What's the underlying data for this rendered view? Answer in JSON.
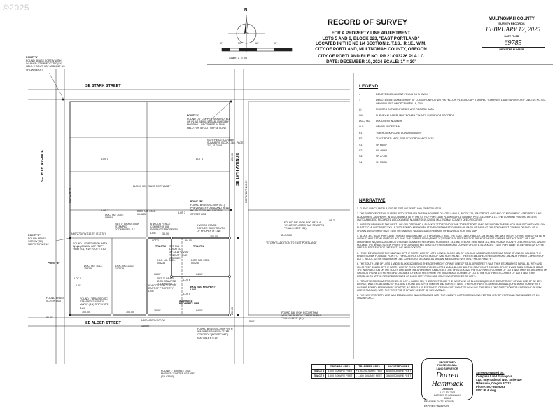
{
  "watermark": "©2025",
  "header": {
    "title": "RECORD OF SURVEY",
    "lines": [
      "FOR A PROPERTY LINE ADJUSTMENT",
      "LOTS 5 AND 6, BLOCK 323, \"EAST PORTLAND\"",
      "LOCATED IN THE NE 1/4 SECTION 2, T.1S., R.1E., W.M.",
      "CITY OF PORTLAND, MULTNOMAH COUNTY, OREGON"
    ],
    "file_line": "CITY OF PORTLAND FILE NO. PR 21-093226 PLA LC",
    "date_line": "DATE:  DECEMBER 19, 2024          SCALE: 1\" = 30'"
  },
  "county": {
    "name": "MULTNOMAH COUNTY",
    "sub": "SURVEY RECORDS",
    "date": "FEBRUARY 12, 2025",
    "date_label": "DATE FILED",
    "register": "69785",
    "register_label": "REGISTER NUMBER"
  },
  "scale": {
    "ticks": [
      "0'",
      "30'",
      "60'",
      "90'"
    ],
    "label": "Scale:  1\" = 30'",
    "north": "N"
  },
  "legend": {
    "title": "LEGEND",
    "items": [
      {
        "sym": "●",
        "text": "DENOTES MONUMENT FOUND AS SHOWN"
      },
      {
        "sym": "○",
        "text": "DENOTES 5/8\" DIAMETER BY 30\" LONG IRON ROD WITH A YELLOW PLASTIC CAP STAMPED \"COMPASS LAND SURVEYORS\" UNLESS NOTED. ORIGINAL SET ON DECEMBER 19, 2024"
      },
      {
        "sym": "( )",
        "text": "FIGURES IN PARENTHESES ARE RECORD DATA"
      },
      {
        "sym": "SN",
        "text": "SURVEY NUMBER, MULTNOMAH COUNTY SURVEYOR RECORDS"
      },
      {
        "sym": "DOC. NO.",
        "text": "DOCUMENT NUMBER"
      },
      {
        "sym": "O.U.",
        "text": "ORIGIN UNCERTAIN"
      },
      {
        "sym": "P1",
        "text": "\"SHERLOCK HOUSE CONDOMINIUMS\""
      },
      {
        "sym": "P2",
        "text": "\"EAST PORTLAND\", PER CITY ORDINANCE 9433"
      },
      {
        "sym": "S1",
        "text": "SN 66007"
      },
      {
        "sym": "S2",
        "text": "SN 49862"
      },
      {
        "sym": "S3",
        "text": "SN 27740"
      },
      {
        "sym": "S4",
        "text": "SN 53051"
      }
    ]
  },
  "narrative": {
    "title": "NARRATIVE",
    "items": [
      "1.  CLIENT:   NANCY MATELA  1383 SE 71ST AVE  PORTLAND, OREGON 97215",
      "2.  THE PURPOSE OF THIS SURVEY IS TO ESTABLISH THE BOUNDARIES OF LOTS 5 AND 6, BLOCK 323, \"EAST PORTLAND\" AND TO MONUMENT A PROPERTY LINE ADJUSTMENT AS SHOWN, IN ACCORDANCE WITH THE CITY OF PORTLAND PLANNING FILE NUMBER PR 21-093226 PLA LC. THE CURRENT VESTING DEED IS QUITCLAIM DEED RECORDED AS DOCUMENT NUMBER 2019-024031, MULTNOMAH COUNTY DEED RECORDS.",
      "3.  BASIS OF BEARINGS: THE WEST LINE OF LOTS 3 AND 4, BLOCK 3, \"STORY'S ADDITION TO EAST PORTLAND\", DEFINED BY THE 5/8 INCH IRON ROD WITH YELLOW PLASTIC CAP INSCRIBED \"TKA LS 2270\" FOUND, AS SHOWN, AT THE NORTHWEST CORNER OF SAID LOT 3 AND AT THE SOUTHWEST CORNER OF SAID LOT 4, SHOWN AS NORTH 00°46'23\" EAST ON SN 60907, WAS USED AS THE BASIS OF BEARINGS FOR THIS MAP.",
      "4.  BLOCK 323, \"EAST PORTLAND\", WAS ESTABLISHED BY CITY ORDINANCE 9433. THE EAST LINE OF BLOCK 323 (BEING THE WEST RIGHT OF WAY LINE OF SE 16TH AVENUE) WAS ESTABLISHED BY HOLDING THE COPPER BRAD (POINT \"A\") FOUND 5.00 FEET EAST OF THE NORTHEAST CORNER OF THAT TRACT OF LAND DESCRIBED IN QUITCLAIM DEED TO BONNIE SUMMERS RECORDED NOVEMBER 13, 1986, IN BOOK 1956, PAGE 712, MULTNOMAH COUNTY DEED RECORDS, AND BY HOLDING THE BRASS SCREW (POINT \"B\") FOUND 5.00 FEET EAST OF THE NORTHEAST CORNER OF LOT 6, BLOCK 323, \"EAST PORTLAND\" AS DEFINING AN OFFSET LINE 5.00 FEET EAST OF THE EAST LINE OF BLOCK 323.",
      "5.  I THEN ESTABLISHED THE BEARING OF THE NORTH LINE OF LOTS 3 AND 4, BLOCK 323, BY HOLDING SAID BRASS SCREW AT POINT \"B\" AND BY HOLDING THE BRASS SCREW FOUND AT POINT \"C\" FOR CONTROL OF DIRECTION OF SAID NORTH LINE. I THEN ESTABLISHED THE NORTHEAST AND NORTHWEST CORNERS OF LOT 4, BLOCK 323 ON SAID NORTH LINE, AT RECORD DISTANCE AS SHOWN, MEASURING WESTERLY FROM POINT \"B\".",
      "6.  THE SOUTH LINE OF LOTS 4 AND 5, BLOCK 323 (BEING THE NORTH RIGHT OF WAY LINE OF SE ALDER STREET) WAS THEN ESTABLISHED PARALLEL WITH AND 100.00 FEET SOUTH OF THE NORTH LINE OF THE AFOREMENTIONED LOTS 3 AND 4, BLOCK 323. THE SOUTHEAST CORNER OF LOT 5 WAS THEN ESTABLISHED AT THE INTERSECTION OF THE SOUTH LINE WITH THE AFOREMENTIONED EAST LINE OF BLOCK 323. THE SOUTHWEST CORNER OF LOT 5 WAS THEN ESTABLISHED ON SAID SOUTH LINE AT THE RECORD DISTANCE OF 100.00 FEET FROM THE SOUTHEAST CORNER OF LOT 5. THE SOUTHWEST CORNER OF LOT 4 WAS THEN ESTABLISHED AT THE RECORD DISTANCE OF 100.00 FEET FROM SAID SOUTHWEST CORNER OF LOT 5.",
      "7.  FROM THE SOUTHWEST CORNER OF LOT 6, BLOCK 323, THE DIRECTION OF THE WEST LINE OF BLOCK 323 (BEING THE EAST RIGHT OF WAY LINE OF SE 15TH AVENUE) WAS ESTABLISHED BY HOLDING A POINT 100.00 FEET NORTH AND 5.00 FEET WEST (THE NORTHWEST CORNER/ORIGINAL) OF A BRASS SCREW WITH WASHER FOUND, AS SHOWN AT POINT \"E\", AS BEING 5.00 FEET WEST OF SAID EAST RIGHT OF WAY LINE. THE RESULTING DIRECTION FOR SAID RIGHT OF WAY LINE IS PARALLEL WITH THE WEST RIGHT OF WAY LINE OF SE 16TH AVENUE.",
      "8.  THE NEW PROPERTY LINE WAS ESTABLISHED IN ACCORDANCE WITH THE CLIENT'S INSTRUCTIONS AND PER THE CITY OF PORTLAND FILE NUMBER PR 21-093226 PLA LC."
    ]
  },
  "streets": {
    "stark": "SE STARK STREET",
    "alder": "SE ALDER STREET",
    "ave15": "SE 15TH AVENUE",
    "ave16": "SE 16TH AVENUE"
  },
  "lots": {
    "lot1": "LOT 1",
    "lot2": "LOT 2",
    "lot3": "LOT 3",
    "lot4": "LOT 4",
    "lot5": "LOT 5",
    "lot6": "LOT 6",
    "lot7": "LOT 7",
    "lot8": "LOT 8",
    "block": "BLOCK 323, \"EAST PORTLAND\"",
    "block2": "BLOCK 2",
    "storys": "\"STORY'S ADDITION TO EAST PORTLAND\"",
    "tract1": "TRACT 1",
    "tract2": "TRACT 2",
    "existing": "EXISTING PROPERTY LINE",
    "adjusted": "ADJUSTED PROPERTY LINE"
  },
  "points": {
    "a": "POINT \"A\"",
    "a_note": "FOUND 1/4\" COPPER BRAD NOTED ON P1 AS BEING ESTABLISHED BY MARSHALL BROTHERS IN 1946, HELD FOR 5-FOOT OFFSET LINE",
    "b": "POINT \"B\"",
    "b_note": "FOUND BRASS SCREW (S.I.) PREVIOUSLY FOUND AND HELD BY SN 27740, HELD FOR 5' OFFSET LINE",
    "c": "POINT \"C\"",
    "c_note": "FOUND BRASS SCREW (S2) N89°27'34\"W 0.19'",
    "d": "POINT \"D\"",
    "d_note": "FOUND BRASS SCREW WITH WASHER STAMPED \"TZP\" (S4) HELD 5' SOUTH OF AND 0.62' AS SHOWN EAST",
    "e": "POINT \"E\""
  },
  "notes": {
    "ne_corner": "NORTHEAST CORNER SUMMERS, BOOK 1766, PAGE 712, 11/22/81",
    "fence": "6' WOOD FENCE CORNER IS 0.8' SOUTH OF PROPERTY LINE",
    "setpin": "SET PIN LOCATED 39°33'14\"W 2.00' TREE AT TRUE CORNER",
    "fence2": "6' WOOD FENCE CORNER IS 0.9' SOUTH OF PROPERTY LINE",
    "fence3": "6' WOOD FENCE IS 3.0' EAST OF PROPERTY LINE",
    "set_brass1": "SET 1\" BRASS DISK STAMPED \"COMPASS L.S.\"",
    "set_brass2": "SET 1\" BRASS DISK STAMPED \"COMPASS L.S.\"",
    "found_iron": "FOUND 1/2\" IRON ROD WITH AN ALUMINUM CAP \"TZP\" HIGH (S.1) N10°23'02\"E 0.62'",
    "found_screw": "FOUND 1\" BRASS DISC STAMPED \"SURVEY MARK\" (S.1) S76°11'47\"E 5.21'",
    "found_rod_east": "FOUND 5/8\" IRON ROD WITH A YELLOW PLASTIC CAP STAMPED \"TKA LS 2270\" (S1)",
    "found_rod_south": "FOUND 5/8\" IRON ROD WITH A YELLOW PLASTIC CAP STAMPED \"TKA LS 2270\" (S1)",
    "found_screw_s": "FOUND BRASS SCREW WITH WASHER STAMPED \"STAR CONTROL\" (NO RECORD) N00°05'16\"E 0.19'",
    "found_brad": "FOUND 1\" BRONZE DISC MARKED \"FOSTER LS 1918\" (SN 63090)",
    "found_brass_s": "FOUND BRASS SCREW (S1)",
    "doc1": "DOC. NO. 2000-004645",
    "doc2": "DOC. NO. 2020-098819",
    "doc3": "DOC. NO. 2013-158238",
    "doc4": "DOC. NO. 2020-103629",
    "doc5": "DOC. NO. 2025-004233",
    "doc6": "DOC. NO. 2025-004235"
  },
  "dims": {
    "d100": "100.00'",
    "d50": "50.00'",
    "d36": "36.00'",
    "d64": "64.00'",
    "d5": "5.00'",
    "d80": "80.00'",
    "d250": "250.00'",
    "d140": "140.00'",
    "brg1": "N89°27'34\"W 212.75' (212.78')",
    "brg2": "N89°44'50\"W 100.00'",
    "brg3": "S00°12'45\"W",
    "brg4": "N00°46'23\"E 100.00'"
  },
  "area_table": {
    "headers": [
      "",
      "ORIGINAL AREA",
      "TRANSFER AREA",
      "ADJUSTED AREA"
    ],
    "rows": [
      [
        "TRACT 1",
        "5,000 SQUARE FEET",
        "+ 1,400 SQUARE FEET",
        "6,400 SQUARE FEET"
      ],
      [
        "TRACT 2",
        "5,000 SQUARE FEET",
        "- 1,400 SQUARE FEET",
        "3,600 SQUARE FEET"
      ]
    ]
  },
  "stamp": {
    "line1": "REGISTERED",
    "line2": "PROFESSIONAL",
    "line3": "LAND SURVEYOR",
    "state": "OREGON",
    "date": "JULY 13, 2001",
    "name": "DARREN E HAMMACK",
    "num": "60604",
    "renewal": "RENEWAL DATE: 6/30/25",
    "expires": "EXPIRES: 06/30/2025",
    "signature": "Darren Hammack"
  },
  "prepared": {
    "line0": "Survey prepared by:",
    "line1": "Compass Land Surveyors",
    "line2": "4101 International Way, Suite 400",
    "line3": "Milwaukie, Oregon 97222",
    "line4": "Phone: 503-653-9093",
    "line5": "8507 PLA.dwg"
  }
}
